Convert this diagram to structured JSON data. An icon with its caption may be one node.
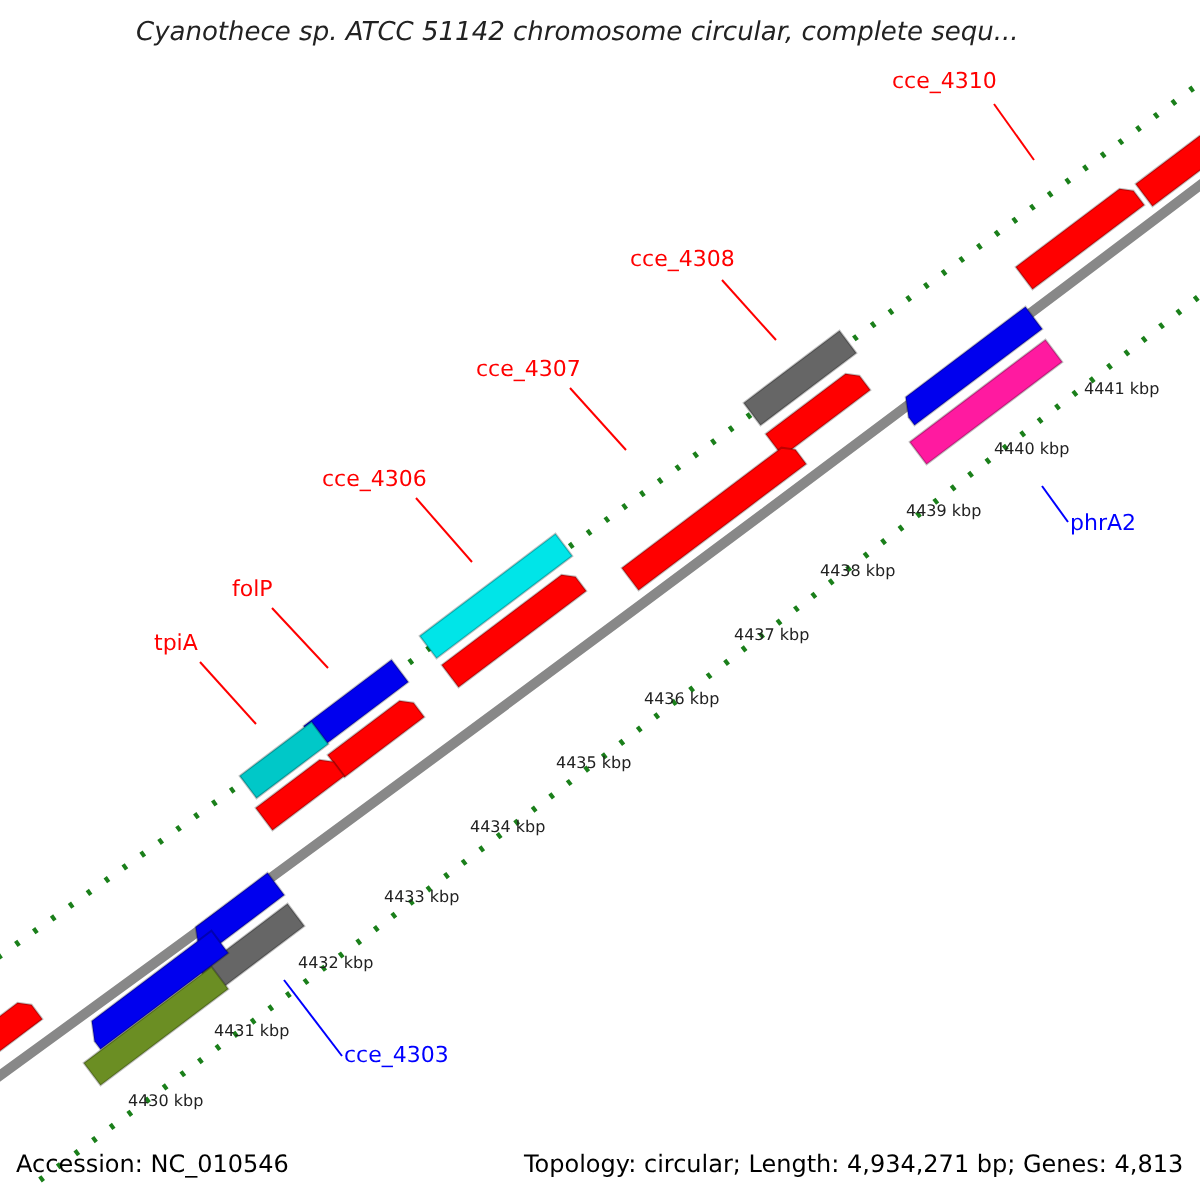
{
  "diagram": {
    "title": "Cyanothece sp. ATCC 51142 chromosome circular, complete sequ...",
    "nodes": [
      {
        "text": [
          "cce_4310"
        ]
      },
      {
        "text": [
          "cce_4308"
        ]
      },
      {
        "text": [
          "cce_4307"
        ]
      },
      {
        "text": [
          "cce_4306"
        ]
      },
      {
        "text": [
          "folP"
        ]
      },
      {
        "text": [
          "tpiA"
        ]
      },
      {
        "text": [
          "phrA2"
        ]
      },
      {
        "text": [
          "cce_4303"
        ]
      }
    ],
    "edges": [
      {
        "from": 0,
        "to": null,
        "arrow": "none"
      },
      {
        "from": 1,
        "to": null,
        "arrow": "none"
      },
      {
        "from": 2,
        "to": null,
        "arrow": "none"
      },
      {
        "from": 3,
        "to": null,
        "arrow": "none"
      },
      {
        "from": 4,
        "to": null,
        "arrow": "none"
      },
      {
        "from": 5,
        "to": null,
        "arrow": "none"
      },
      {
        "from": 6,
        "to": null,
        "arrow": "none",
        "color": "#0000ff"
      },
      {
        "from": 7,
        "to": null,
        "arrow": "none",
        "color": "#0000ff"
      }
    ],
    "labels": [
      "4441 kbp",
      "4440 kbp",
      "4439 kbp",
      "4438 kbp",
      "4437 kbp",
      "4436 kbp",
      "4435 kbp",
      "4434 kbp",
      "4433 kbp",
      "4432 kbp",
      "4431 kbp",
      "4430 kbp",
      "Accession: NC_010546",
      "Topology: circular; Length: 4,934,271 bp; Genes: 4,813"
    ]
  }
}
